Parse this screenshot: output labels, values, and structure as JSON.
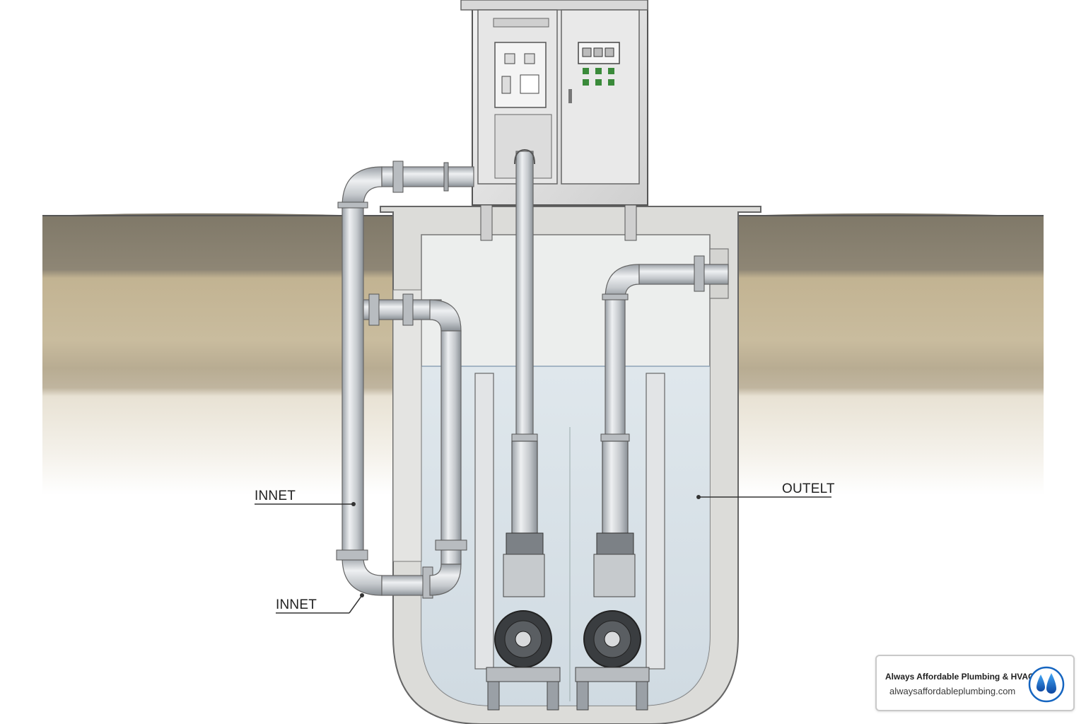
{
  "labels": {
    "inlet_upper": "INNET",
    "inlet_lower": "INNET",
    "outlet": "OUTELT"
  },
  "branding": {
    "company": "Always Affordable Plumbing & HVAC",
    "website": "alwaysaffordableplumbing.com",
    "logo_icon": "water-drops-icon",
    "accent_color": "#1565c0"
  },
  "colors": {
    "topsoil": "#8b8474",
    "sand": "#c7b99a",
    "concrete": "#d9d9d6",
    "water": "#d6e0e8",
    "pipe": "#c8ccd0"
  }
}
